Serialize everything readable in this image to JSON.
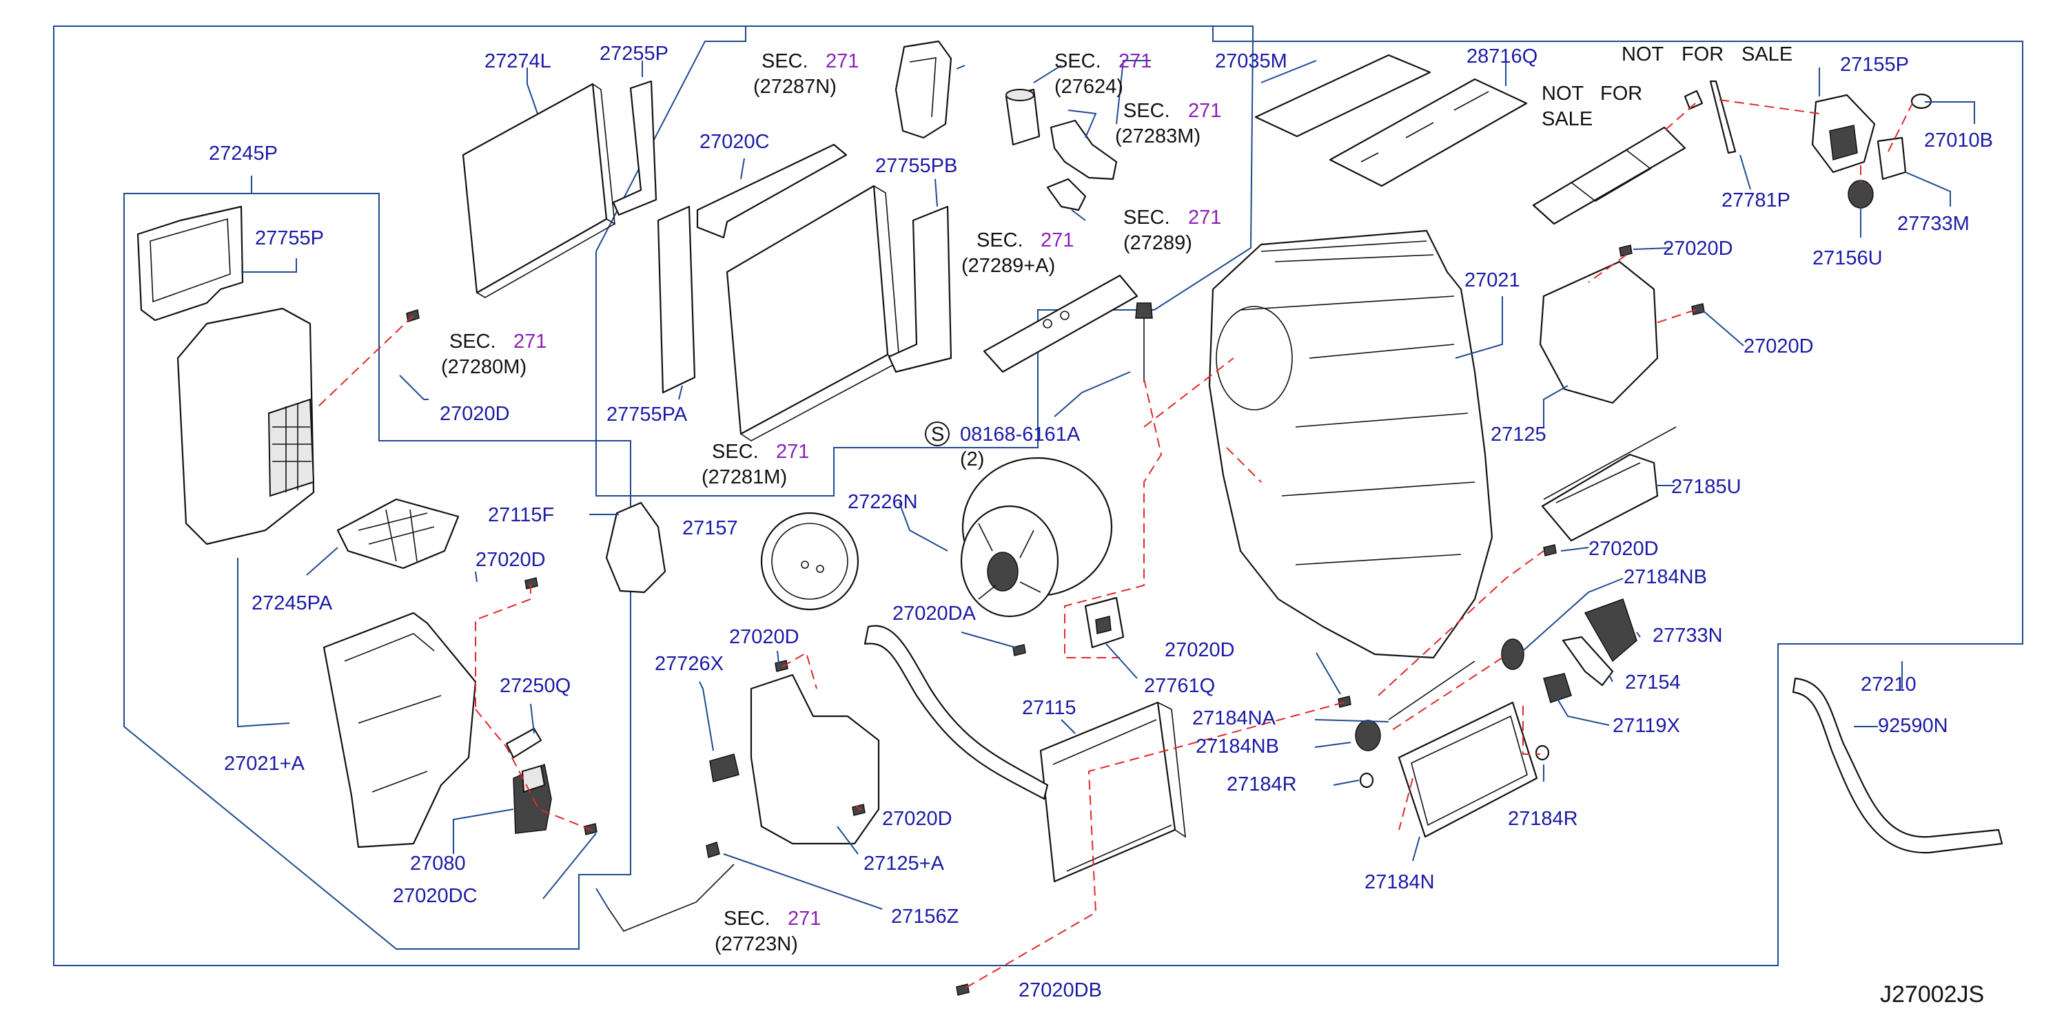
{
  "diagram": {
    "code": "J27002JS",
    "color_part_number": "#1a1aa6",
    "color_section_ref": "#8a1fb8",
    "color_dashed": "#e0282a",
    "color_frame": "#1f4a8f"
  },
  "labels": {
    "p27274L": "27274L",
    "p27255P": "27255P",
    "p27245P": "27245P",
    "p27755P": "27755P",
    "p27020C": "27020C",
    "p27755PB": "27755PB",
    "p27755PA": "27755PA",
    "p27035M": "27035M",
    "p28716Q": "28716Q",
    "p27155P": "27155P",
    "p27010B": "27010B",
    "p27781P": "27781P",
    "p27733M": "27733M",
    "p27156U": "27156U",
    "p27020D_a": "27020D",
    "p27021": "27021",
    "p27020D_b": "27020D",
    "p27125": "27125",
    "p27185U": "27185U",
    "p27020D_c": "27020D",
    "p27184NB_a": "27184NB",
    "p27733N": "27733N",
    "p27154": "27154",
    "p27119X": "27119X",
    "p27210": "27210",
    "p92590N": "92590N",
    "p27020D_d": "27020D",
    "p27115F": "27115F",
    "p27020D_e": "27020D",
    "p27245PA": "27245PA",
    "p27157": "27157",
    "p27226N": "27226N",
    "p27020D_f": "27020D",
    "p27726X": "27726X",
    "p27250Q": "27250Q",
    "p27021A": "27021+A",
    "p27080": "27080",
    "p27020DC": "27020DC",
    "p27020DA": "27020DA",
    "p27761Q": "27761Q",
    "p27020D_g": "27020D",
    "p27115": "27115",
    "p27184NA": "27184NA",
    "p27184NB_b": "27184NB",
    "p27184R_a": "27184R",
    "p27184R_b": "27184R",
    "p27184N": "27184N",
    "p27020D_h": "27020D",
    "p27125A": "27125+A",
    "p27156Z": "27156Z",
    "p27020DB": "27020DB",
    "p08168": "08168-6161A",
    "p08168_qty": "(2)",
    "p08168_sym": "S"
  },
  "sections": {
    "sec_word": "SEC.",
    "sec_num": "271",
    "s27287N": "(27287N)",
    "s27624": "(27624)",
    "s27283M": "(27283M)",
    "s27289": "(27289)",
    "s27289A": "(27289+A)",
    "s27280M": "(27280M)",
    "s27281M": "(27281M)",
    "s27723N": "(27723N)"
  },
  "notes": {
    "not": "NOT",
    "for": "FOR",
    "sale": "SALE"
  }
}
